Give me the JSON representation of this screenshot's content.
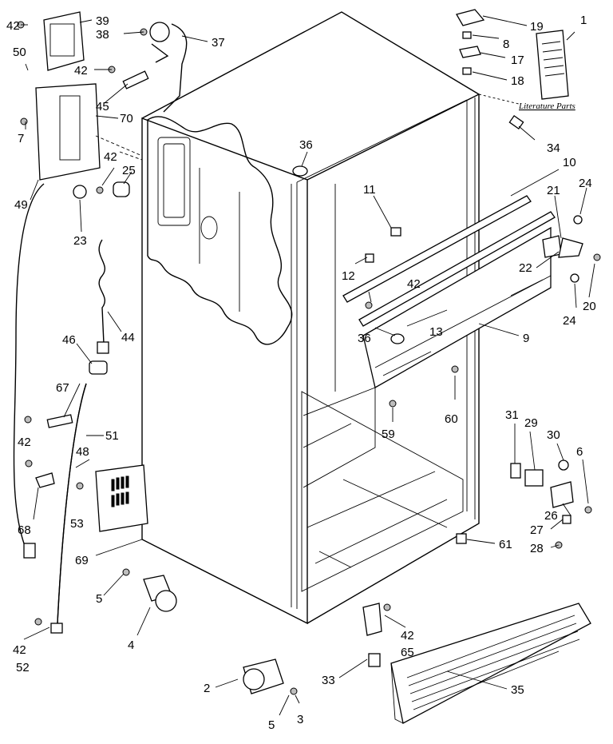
{
  "literature_label": "Literature Parts",
  "callouts": [
    {
      "id": "c42a",
      "text": "42"
    },
    {
      "id": "c39",
      "text": "39"
    },
    {
      "id": "c38",
      "text": "38"
    },
    {
      "id": "c37",
      "text": "37"
    },
    {
      "id": "c50",
      "text": "50"
    },
    {
      "id": "c42b",
      "text": "42"
    },
    {
      "id": "c45",
      "text": "45"
    },
    {
      "id": "c70",
      "text": "70"
    },
    {
      "id": "c7",
      "text": "7"
    },
    {
      "id": "c42c",
      "text": "42"
    },
    {
      "id": "c25",
      "text": "25"
    },
    {
      "id": "c49",
      "text": "49"
    },
    {
      "id": "c23",
      "text": "23"
    },
    {
      "id": "c44",
      "text": "44"
    },
    {
      "id": "c46",
      "text": "46"
    },
    {
      "id": "c67",
      "text": "67"
    },
    {
      "id": "c42d",
      "text": "42"
    },
    {
      "id": "c51",
      "text": "51"
    },
    {
      "id": "c48",
      "text": "48"
    },
    {
      "id": "c53",
      "text": "53"
    },
    {
      "id": "c68",
      "text": "68"
    },
    {
      "id": "c69",
      "text": "69"
    },
    {
      "id": "c5a",
      "text": "5"
    },
    {
      "id": "c4",
      "text": "4"
    },
    {
      "id": "c42e",
      "text": "42"
    },
    {
      "id": "c52",
      "text": "52"
    },
    {
      "id": "c2",
      "text": "2"
    },
    {
      "id": "c5b",
      "text": "5"
    },
    {
      "id": "c3",
      "text": "3"
    },
    {
      "id": "c33",
      "text": "33"
    },
    {
      "id": "c35",
      "text": "35"
    },
    {
      "id": "c42f",
      "text": "42"
    },
    {
      "id": "c65",
      "text": "65"
    },
    {
      "id": "c61",
      "text": "61"
    },
    {
      "id": "c28",
      "text": "28"
    },
    {
      "id": "c27",
      "text": "27"
    },
    {
      "id": "c26",
      "text": "26"
    },
    {
      "id": "c6",
      "text": "6"
    },
    {
      "id": "c30",
      "text": "30"
    },
    {
      "id": "c29",
      "text": "29"
    },
    {
      "id": "c31",
      "text": "31"
    },
    {
      "id": "c59",
      "text": "59"
    },
    {
      "id": "c60",
      "text": "60"
    },
    {
      "id": "c36a",
      "text": "36"
    },
    {
      "id": "c9",
      "text": "9"
    },
    {
      "id": "c13",
      "text": "13"
    },
    {
      "id": "c42g",
      "text": "42"
    },
    {
      "id": "c12",
      "text": "12"
    },
    {
      "id": "c11",
      "text": "11"
    },
    {
      "id": "c36b",
      "text": "36"
    },
    {
      "id": "c10",
      "text": "10"
    },
    {
      "id": "c34",
      "text": "34"
    },
    {
      "id": "c21",
      "text": "21"
    },
    {
      "id": "c24a",
      "text": "24"
    },
    {
      "id": "c22",
      "text": "22"
    },
    {
      "id": "c20",
      "text": "20"
    },
    {
      "id": "c24b",
      "text": "24"
    },
    {
      "id": "c19",
      "text": "19"
    },
    {
      "id": "c8",
      "text": "8"
    },
    {
      "id": "c17",
      "text": "17"
    },
    {
      "id": "c18",
      "text": "18"
    },
    {
      "id": "c1",
      "text": "1"
    }
  ]
}
